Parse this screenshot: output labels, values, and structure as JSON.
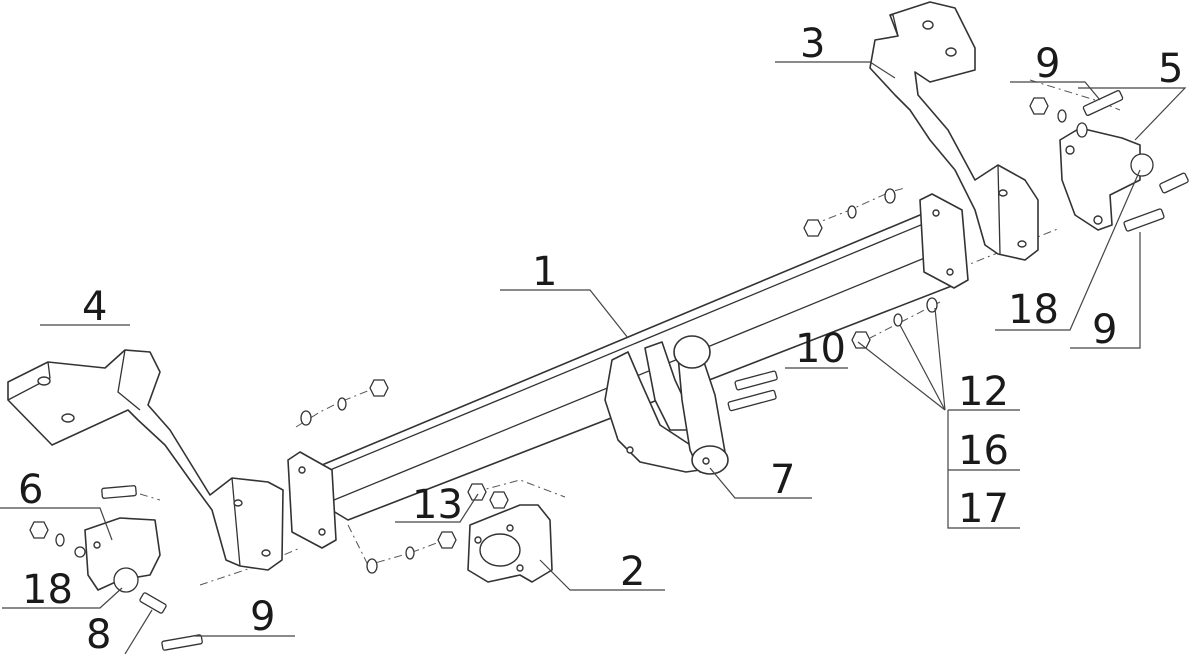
{
  "diagram": {
    "callouts": [
      "1",
      "2",
      "3",
      "4",
      "5",
      "6",
      "7",
      "8",
      "9",
      "9",
      "9",
      "10",
      "12",
      "13",
      "16",
      "17",
      "18",
      "18"
    ]
  }
}
